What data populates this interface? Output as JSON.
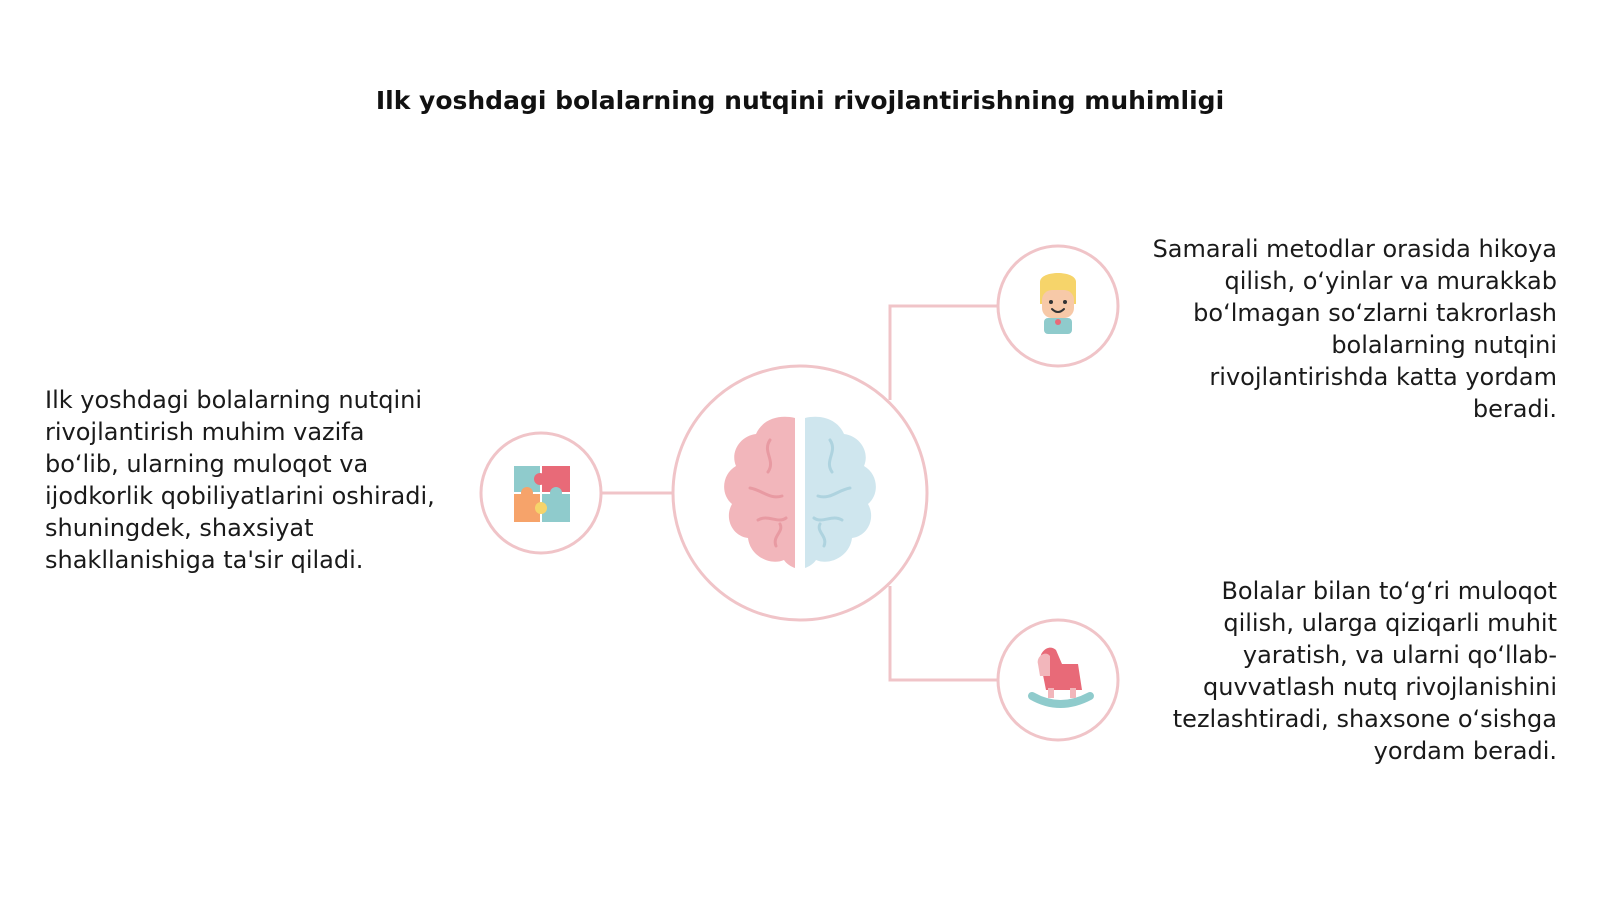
{
  "title": "Ilk yoshdagi bolalarning nutqini rivojlantirishning muhimligi",
  "colors": {
    "connector": "#f0c4c8",
    "brain_left": "#f2b6bb",
    "brain_right": "#cfe6ee",
    "accent_red": "#e86a78",
    "accent_teal": "#8fcbcc",
    "accent_yellow": "#f6d46a"
  },
  "center": {
    "icon": "brain-icon"
  },
  "nodes": [
    {
      "position": "left",
      "icon": "puzzle-icon",
      "text": "Ilk yoshdagi bolalarning nutqini rivojlantirish muhim vazifa bo‘lib, ularning muloqot va ijodkorlik qobiliyatlarini oshiradi, shuningdek, shaxsiyat shakllanishiga ta'sir qiladi."
    },
    {
      "position": "right-top",
      "icon": "child-face-icon",
      "text": "Samarali metodlar orasida hikoya qilish, o‘yinlar va murakkab bo‘lmagan so‘zlarni takrorlash bolalarning nutqini rivojlantirishda katta yordam beradi."
    },
    {
      "position": "right-bottom",
      "icon": "rocking-horse-icon",
      "text": "Bolalar bilan to‘g‘ri muloqot qilish, ularga qiziqarli muhit yaratish, va ularni qo‘llab-quvvatlash nutq rivojlanishini tezlashtiradi, shaxsone o‘sishga yordam beradi."
    }
  ]
}
